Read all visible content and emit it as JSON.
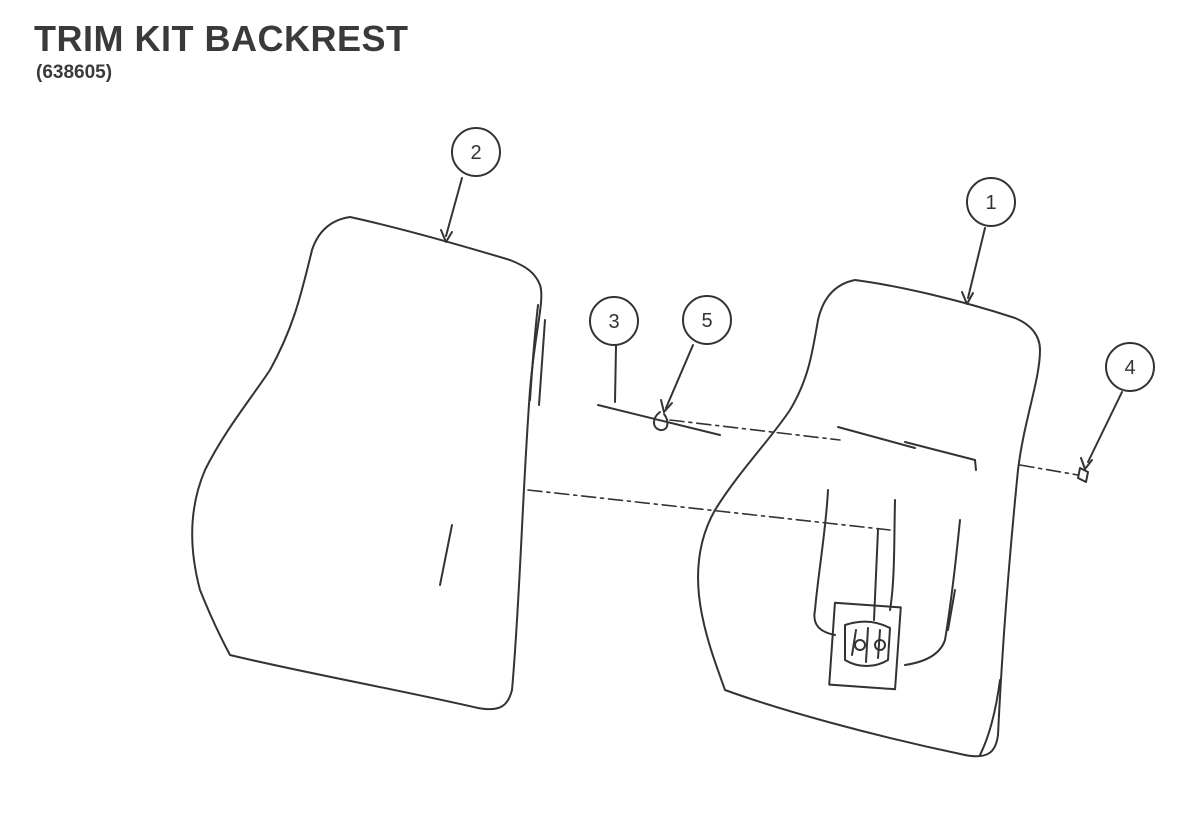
{
  "header": {
    "title": "TRIM KIT BACKREST",
    "part_number": "(638605)"
  },
  "callouts": [
    {
      "label": "1",
      "part": "backrest-frame"
    },
    {
      "label": "2",
      "part": "backrest-cover"
    },
    {
      "label": "3",
      "part": "rod"
    },
    {
      "label": "4",
      "part": "fastener"
    },
    {
      "label": "5",
      "part": "clip"
    }
  ],
  "colors": {
    "line": "#333333",
    "title": "#3a3a3a",
    "background": "#ffffff"
  }
}
